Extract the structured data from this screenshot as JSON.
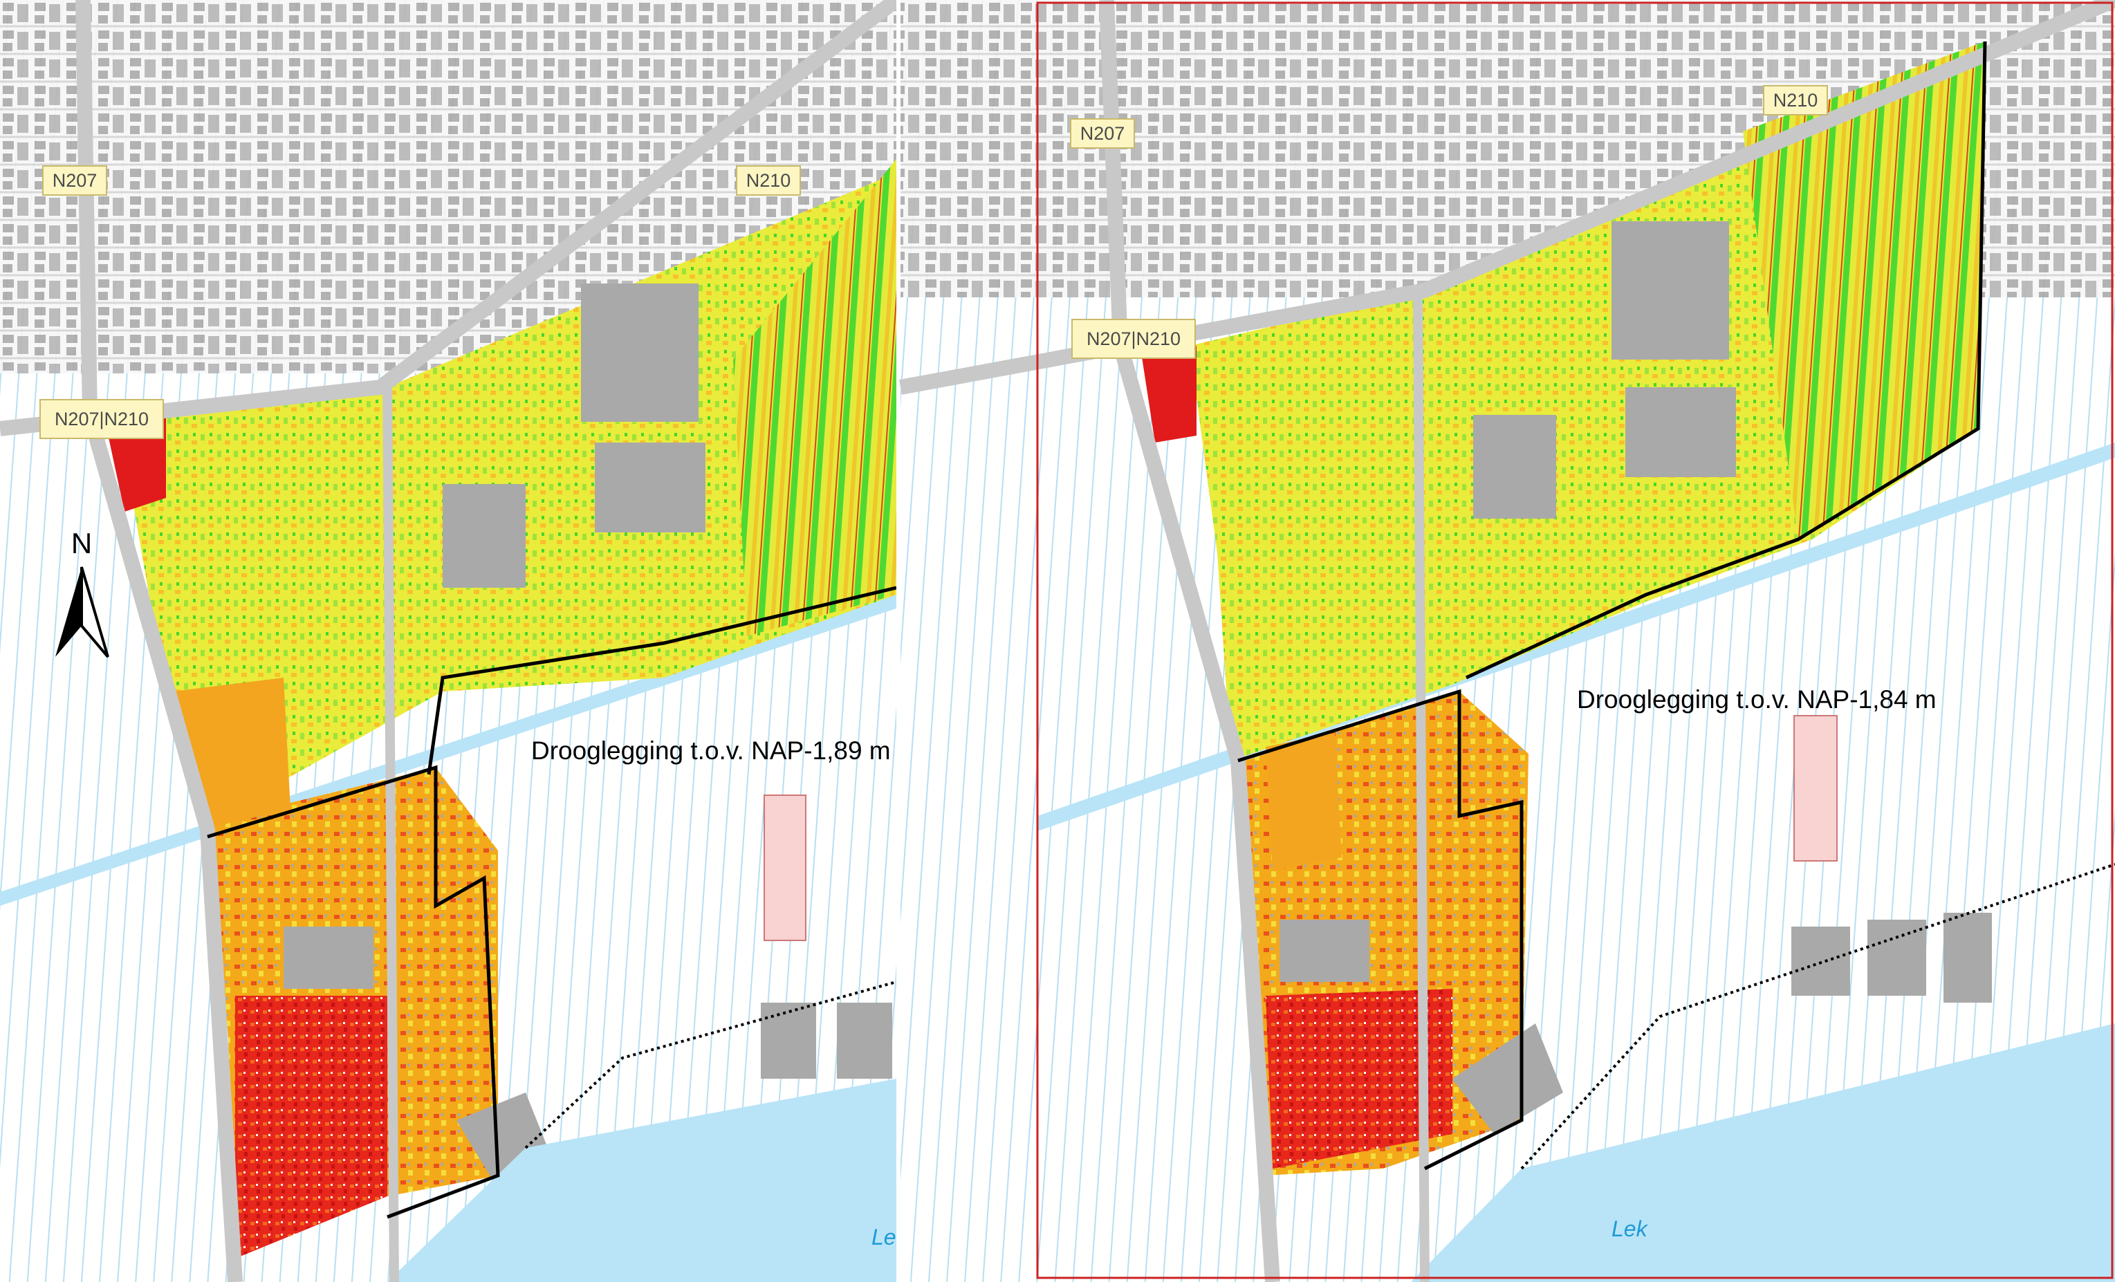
{
  "colors": {
    "water": "#b9e4f7",
    "road": "#c8c8c8",
    "building": "#a9a9a9",
    "label_bg": "#fdf6c3",
    "label_border": "#c9b96a",
    "boundary": "#000000",
    "frame": "#cc2222",
    "deep_red": "#e11b1b",
    "orange": "#f39a18",
    "yellow": "#f4e845",
    "green": "#3ddb2e",
    "pink_plot": "#f9d2d2"
  },
  "panels": [
    {
      "road_labels": [
        "N207",
        "N210",
        "N207|N210"
      ],
      "drooglegging": "Drooglegging t.o.v. NAP-1,89 m",
      "water_label": "Le"
    },
    {
      "road_labels": [
        "N207",
        "N210",
        "N207|N210"
      ],
      "drooglegging": "Drooglegging t.o.v. NAP-1,84 m",
      "water_label": "Lek"
    }
  ],
  "north_arrow": {
    "letter": "N",
    "icon": "north-arrow-icon"
  }
}
